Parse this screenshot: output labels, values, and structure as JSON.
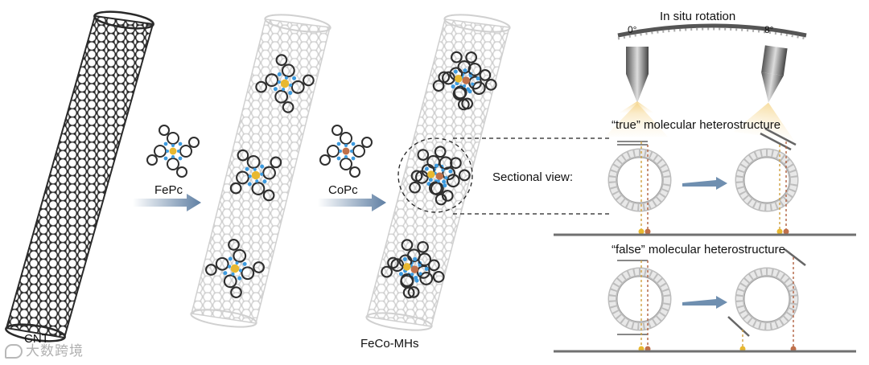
{
  "labels": {
    "cnt": "CNT",
    "fepc": "FePc",
    "copc": "CoPc",
    "feco_mhs": "FeCo-MHs",
    "sectional_view": "Sectional view:",
    "in_situ_rotation": "In situ rotation",
    "angle_start": "0°",
    "angle_end": "8°",
    "true_heterostructure": "“true” molecular heterostructure",
    "false_heterostructure": "“false” molecular heterostructure"
  },
  "watermark": "大数跨境",
  "colors": {
    "carbon_dark": "#3a3a3a",
    "carbon_light": "#dcdcdc",
    "nitrogen": "#3d9be0",
    "iron": "#e8b830",
    "cobalt": "#c0704a",
    "arrow": "#6f8fb0",
    "beam": "#f7e2b0"
  }
}
